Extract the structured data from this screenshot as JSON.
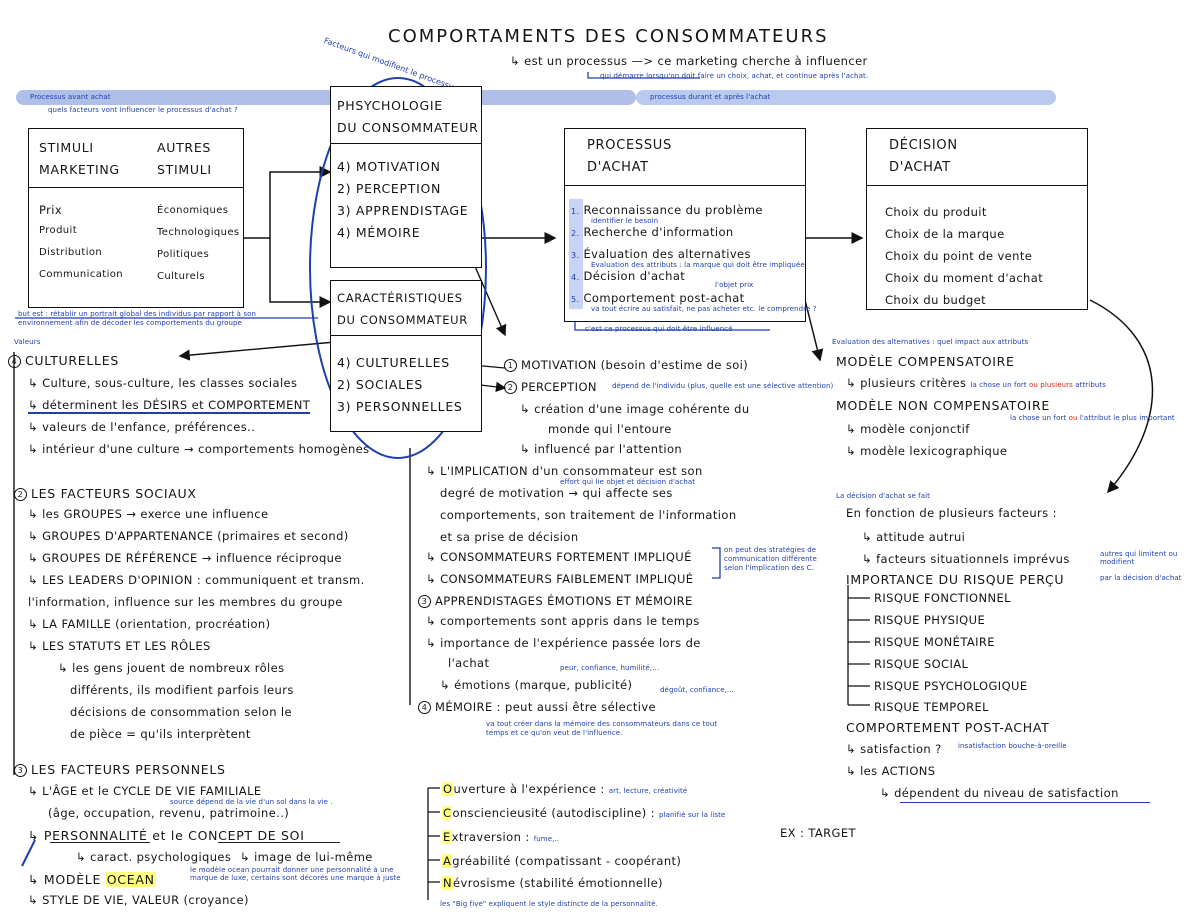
{
  "title": "COMPORTAMENTS   DES CONSOMMATEURS",
  "subtitle": "↳ est un processus —> ce marketing cherche à influencer",
  "subtitle_note": "qui démarre lorsqu'on doit faire un choix, achat, et continue après l'achat.",
  "band_left": "Processus avant achat",
  "band_left_note": "quels facteurs vont influencer le processus d'achat ?",
  "band_right": "processus durant et après l'achat",
  "stimuli": {
    "col1_title": "STIMULI\nMARKETING",
    "col2_title": "AUTRES\nSTIMULI",
    "col1_items": [
      "Prix",
      "Produit",
      "Distribution",
      "Communication"
    ],
    "col2_items": [
      "Économiques",
      "Technologiques",
      "Politiques",
      "Culturels"
    ]
  },
  "psych": {
    "side_note": "Facteurs qui modifient le processus",
    "title": "PHSYCHOLOGIE\nDU CONSOMMATEUR",
    "items": [
      "4) MOTIVATION",
      "2) PERCEPTION",
      "3) APPRENDISTAGE",
      "4) MÉMOIRE"
    ]
  },
  "carac": {
    "title": "CARACTÉRISTIQUES\nDU CONSOMMATEUR",
    "items": [
      "4) CULTURELLES",
      "2) SOCIALES",
      "3) PERSONNELLES"
    ],
    "left_note": "but est : rétablir un portrait global des individus par rapport à son environnement afin de décoder les comportements du groupe"
  },
  "processus": {
    "title": "PROCESSUS\nD'ACHAT",
    "steps": [
      {
        "num": "1.",
        "label": "Reconnaissance du problème",
        "note": "identifier le besoin"
      },
      {
        "num": "2.",
        "label": "Recherche d'information",
        "note": ""
      },
      {
        "num": "3.",
        "label": "Évaluation des alternatives",
        "note": "Evaluation des attributs : la marque qui doit être impliquée"
      },
      {
        "num": "4.",
        "label": "Décision d'achat",
        "note": "l'objet prix"
      },
      {
        "num": "5.",
        "label": "Comportement post-achat",
        "note": "va tout écrire au satisfait, ne pas acheter etc. le comprendre ?"
      }
    ],
    "bottom_note": "c'est ce processus qui doit être influencé"
  },
  "decision": {
    "title": "DÉCISION\nD'ACHAT",
    "items": [
      "Choix du produit",
      "Choix de la marque",
      "Choix du point de vente",
      "Choix du moment d'achat",
      "Choix du budget"
    ],
    "top_note": "Evaluation des alternatives : quel impact aux attributs",
    "m1": "MODÈLE COMPENSATOIRE",
    "m1_item": "↳ plusieurs critères",
    "m1_note_a": "la chose un fort",
    "m1_note_b": "ou",
    "m1_note_c": "plusieurs",
    "m1_note_d": "attributs",
    "m2": "MODÈLE NON COMPENSATOIRE",
    "m2_items": [
      "↳ modèle conjonctif",
      "↳ modèle lexicographique"
    ],
    "m2_note_a": "la chose un fort",
    "m2_note_b": "ou",
    "m2_note_c": "l'attribut le plus important",
    "factors_note": "La décision d'achat se fait",
    "factors_title": "En fonction de plusieurs facteurs :",
    "factors": [
      "↳ attitude autrui",
      "↳ facteurs situationnels imprévus"
    ],
    "factors_note2": "autres qui limitent ou modifient",
    "risk_title": "IMPORTANCE DU RISQUE PERÇU",
    "risk_note": "par la décision d'achat",
    "risks": [
      "RISQUE FONCTIONNEL",
      "RISQUE PHYSIQUE",
      "RISQUE MONÉTAIRE",
      "RISQUE SOCIAL",
      "RISQUE PSYCHOLOGIQUE",
      "RISQUE TEMPOREL"
    ],
    "post_title": "COMPORTEMENT POST-ACHAT",
    "post_items": [
      "↳ satisfaction ?",
      "↳ les ACTIONS"
    ],
    "post_note": "insatisfaction bouche-à-oreille",
    "post_sub": "↳ dépendent du niveau de satisfaction",
    "ex": "EX : TARGET"
  },
  "culture": {
    "note": "Valeurs",
    "title": "CULTURELLES",
    "items": [
      "↳ Culture, sous-culture, les classes sociales",
      "↳ déterminent les DÉSIRS et COMPORTEMENT",
      "↳ valeurs de l'enfance, préférences..",
      "↳ intérieur d'une culture → comportements homogènes"
    ]
  },
  "sociaux": {
    "title": "LES FACTEURS SOCIAUX",
    "items": [
      "↳ les GROUPES → exerce une influence",
      "↳ GROUPES D'APPARTENANCE (primaires et second)",
      "↳ GROUPES DE RÉFÉRENCE → influence réciproque",
      "↳ LES LEADERS D'OPINION : communiquent et transm.",
      "   l'information, influence sur les membres du groupe",
      "↳ LA FAMILLE (orientation, procréation)",
      "↳ LES STATUTS ET LES RÔLES",
      "↳ les gens jouent de nombreux rôles",
      "différents, ils modifient parfois leurs",
      "décisions de consommation selon le",
      "de pièce = qu'ils interprètent"
    ]
  },
  "perso": {
    "title": "LES FACTEURS PERSONNELS",
    "items": [
      "↳ L'ÂGE et le CYCLE DE VIE FAMILIALE",
      "(âge, occupation, revenu, patrimoine..)",
      "↳ PERSONNALITÉ et le CONCEPT DE SOI",
      "↳ caract. psychologiques",
      "↳ image de lui-même",
      "↳ MODÈLE",
      "OCEAN",
      "↳ STYLE DE VIE, VALEUR (croyance)"
    ],
    "age_note": "source dépend de la vie d'un sol dans la vie .",
    "ocean_note": "le modèle ocean pourrait donner une personnalité à une marque de luxe, certains sont décorés une marque à juste"
  },
  "ocean": {
    "items": [
      {
        "letter": "O",
        "rest": "uverture à l'expérience :",
        "note": "art, lecture, créativité"
      },
      {
        "letter": "C",
        "rest": "onsciencieusité (autodiscipline) :",
        "note": "planifié sur la liste"
      },
      {
        "letter": "E",
        "rest": "xtraversion :",
        "note": "fume,.."
      },
      {
        "letter": "A",
        "rest": "gréabilité (compatissant - coopérant)",
        "note": ""
      },
      {
        "letter": "N",
        "rest": "évrosisme (stabilité émotionnelle)",
        "note": ""
      }
    ],
    "bottom_note": "les \"Big five\" expliquent le style distincte de la personnalité."
  },
  "psychright": {
    "items": [
      "MOTIVATION (besoin d'estime de soi)",
      "PERCEPTION",
      "↳ création d'une image cohérente du",
      "monde qui l'entoure",
      "↳ influencé par l'attention",
      "↳ L'IMPLICATION d'un consommateur est son",
      "degré de motivation → qui affecte ses",
      "comportements, son traitement de l'information",
      "et sa prise de décision",
      "↳ CONSOMMATEURS FORTEMENT IMPLIQUÉ",
      "↳ CONSOMMATEURS FAIBLEMENT IMPLIQUÉ",
      "APPRENDISTAGES ÉMOTIONS ET MÉMOIRE",
      "↳ comportements sont appris dans le temps",
      "↳ importance de l'expérience passée lors de",
      "l'achat",
      "↳ émotions (marque, publicité)",
      "MÉMOIRE : peut aussi être sélective"
    ],
    "perception_note": "dépend de l'individu (plus, quelle est une sélective attention)",
    "implication_note": "effort qui lie objet et décision d'achat",
    "fort_note": "on peut des stratégies de communication différente selon l'implication des C.",
    "emotion_note1": "peur, confiance, humilité,...",
    "emotion_note2": "dégoût, confiance,...",
    "memoire_note": "va tout créer dans la mémoire des consommateurs dans ce tout temps et ce qu'on veut de l'influence."
  }
}
